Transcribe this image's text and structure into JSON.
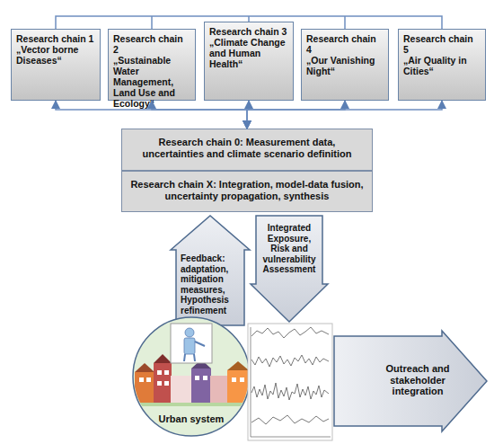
{
  "diagram": {
    "nodes": [
      {
        "text": [
          "Research chain 1",
          "„Vector borne Diseases“"
        ]
      },
      {
        "text": [
          "Research chain 2",
          "„Sustainable Water Management, Land Use and Ecology“"
        ]
      },
      {
        "text": [
          "Research chain 3",
          "„Climate Change and Human Health“"
        ]
      },
      {
        "text": [
          "Research chain 4",
          "„Our Vanishing Night“"
        ]
      },
      {
        "text": [
          "Research chain 5",
          "„Air Quality in Cities“"
        ]
      },
      {
        "text": [
          "Research chain 0: Measurement data, uncertainties and climate scenario definition"
        ]
      },
      {
        "text": [
          "Research chain X: Integration, model-data fusion, uncertainty propagation, synthesis"
        ]
      },
      {
        "text": [
          "Feedback: adaptation, mitigation measures, Hypothesis refinement"
        ]
      },
      {
        "text": [
          "Integrated Exposure, Risk and vulnerability Assessment"
        ]
      },
      {
        "text": [
          "Urban system"
        ]
      },
      {
        "text": [
          "Outreach and stakeholder integration"
        ]
      }
    ],
    "edges": [
      {
        "from": 0,
        "to": 5,
        "arrow": "both"
      },
      {
        "from": 1,
        "to": 5,
        "arrow": "both"
      },
      {
        "from": 2,
        "to": 5,
        "arrow": "both"
      },
      {
        "from": 3,
        "to": 5,
        "arrow": "both"
      },
      {
        "from": 4,
        "to": 5,
        "arrow": "both"
      }
    ]
  }
}
